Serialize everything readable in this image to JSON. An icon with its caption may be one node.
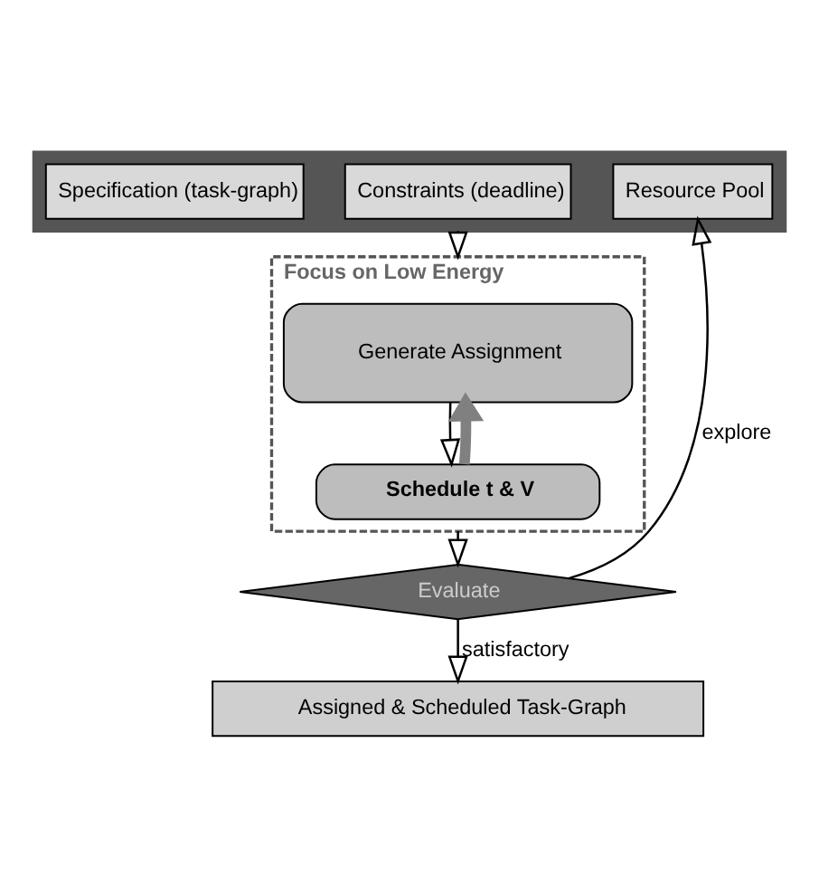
{
  "diagram": {
    "nodes": [
      {
        "text": [],
        "shape": "box"
      },
      {
        "text": [
          "Specification (task-graph)"
        ],
        "in": 0
      },
      {
        "text": [
          "Constraints (deadline)"
        ],
        "in": 0
      },
      {
        "text": [
          "Resource Pool"
        ],
        "in": 0
      },
      {
        "text": [
          "Focus on Low Energy"
        ]
      },
      {
        "text": [
          "Generate Assignment"
        ],
        "in": 4
      },
      {
        "text": [
          "Schedule t & V"
        ],
        "in": 4
      },
      {
        "text": [
          "Evaluate"
        ]
      },
      {
        "text": [
          "Assigned & Scheduled Task-Graph"
        ]
      }
    ],
    "edges": [
      {
        "from": 0,
        "to": 4,
        "arrow": "to"
      },
      {
        "from": 5,
        "to": 6,
        "arrow": "to"
      },
      {
        "from": 6,
        "to": 5,
        "arrow": "to",
        "style": "thick",
        "color": "#808080"
      },
      {
        "from": 4,
        "to": 7,
        "arrow": "to"
      },
      {
        "from": 7,
        "to": 3,
        "label": "explore",
        "arrow": "to"
      },
      {
        "from": 7,
        "to": 8,
        "label": "satisfactory",
        "arrow": "to"
      }
    ]
  }
}
